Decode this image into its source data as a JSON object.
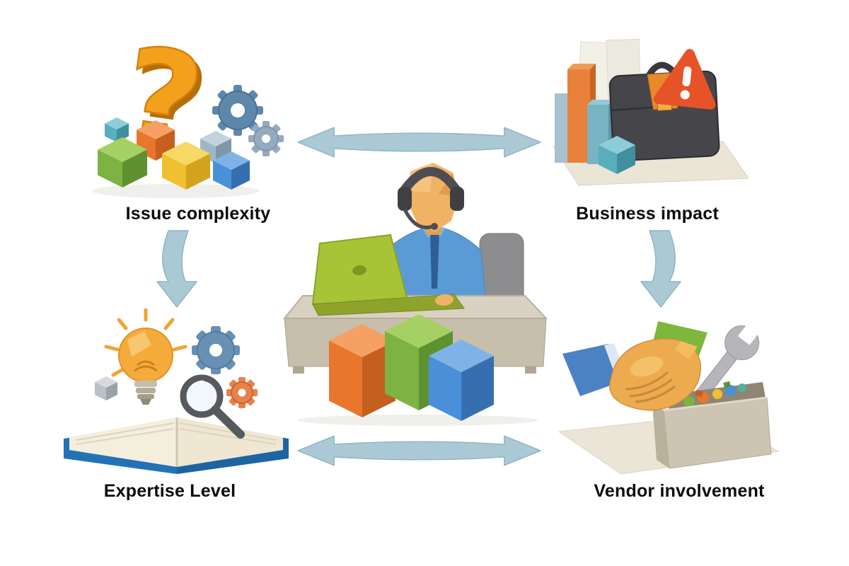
{
  "page": {
    "background_color": "#ffffff"
  },
  "diagram": {
    "center_node": {
      "icon": "support-agent-at-desk-icon",
      "description": "Support agent wearing a headset working on a laptop at a desk with colored cubes"
    },
    "nodes": [
      {
        "label": "Issue complexity",
        "icon": "question-mark-gears-cubes-icon",
        "position": "top-left"
      },
      {
        "label": "Business impact",
        "icon": "bar-chart-briefcase-warning-icon",
        "position": "top-right"
      },
      {
        "label": "Expertise Level",
        "icon": "lightbulb-gears-magnifier-book-icon",
        "position": "bottom-left"
      },
      {
        "label": "Vendor involvement",
        "icon": "handshake-wrench-toolbox-icon",
        "position": "bottom-right"
      }
    ],
    "connectors": [
      {
        "type": "double-headed-arrow",
        "between": [
          "Issue complexity",
          "Business impact"
        ],
        "orientation": "horizontal"
      },
      {
        "type": "double-headed-arrow",
        "between": [
          "Expertise Level",
          "Vendor involvement"
        ],
        "orientation": "horizontal"
      },
      {
        "type": "single-arrow-down",
        "between": [
          "Issue complexity",
          "Expertise Level"
        ],
        "orientation": "vertical"
      },
      {
        "type": "single-arrow-down",
        "between": [
          "Business impact",
          "Vendor involvement"
        ],
        "orientation": "vertical"
      }
    ],
    "colors": {
      "arrow_fill": "#abc9d5",
      "arrow_stroke": "#8fb5c3",
      "label_text": "#0b0b0b",
      "accent_orange": "#e8762c",
      "accent_green": "#7cb342",
      "accent_blue": "#4a90d9",
      "accent_yellow": "#f0c030"
    }
  }
}
